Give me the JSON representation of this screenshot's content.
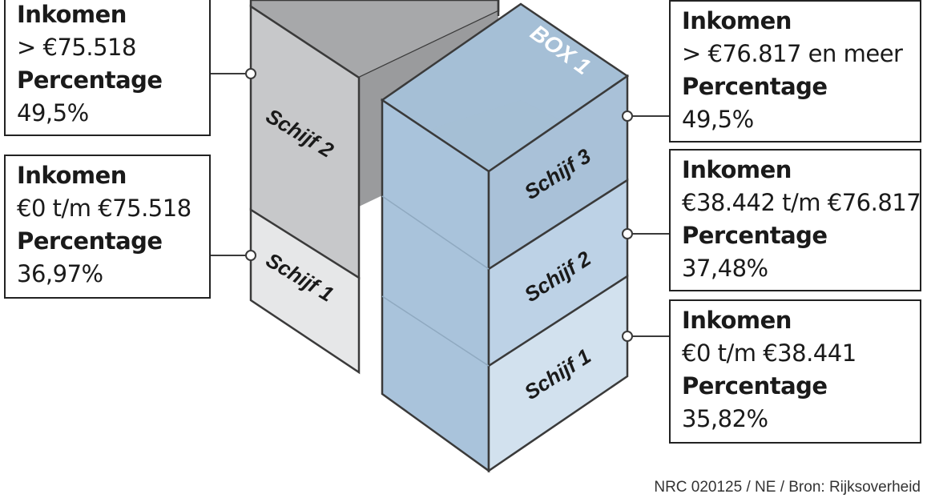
{
  "colors": {
    "old_box_top_face": "#a7a8aa",
    "old_box_side_face": "#9a9b9d",
    "old_schijf2_front": "#c7c8ca",
    "old_schijf1_front": "#e6e7e8",
    "box1_top_face": "#a5bfd6",
    "box1_left_face": "#a9c3db",
    "box1_schijf3_front": "#a9c1d8",
    "box1_schijf2_front": "#bdd2e6",
    "box1_schijf1_front": "#d2e1ee",
    "outline": "#3a3a3a"
  },
  "diagram": {
    "old_box": {
      "schijf_2_label": "Schijf 2",
      "schijf_1_label": "Schijf 1"
    },
    "box1": {
      "title": "BOX 1",
      "schijf_3_label": "Schijf 3",
      "schijf_2_label": "Schijf 2",
      "schijf_1_label": "Schijf 1"
    }
  },
  "info_boxes": {
    "old_schijf_2": {
      "income_label": "Inkomen",
      "income": "> €75.518",
      "pct_label": "Percentage",
      "pct": "49,5%"
    },
    "old_schijf_1": {
      "income_label": "Inkomen",
      "income": "€0 t/m  €75.518",
      "pct_label": "Percentage",
      "pct": "36,97%"
    },
    "box1_schijf_3": {
      "income_label": "Inkomen",
      "income": "> €76.817 en meer",
      "pct_label": "Percentage",
      "pct": "49,5%"
    },
    "box1_schijf_2": {
      "income_label": "Inkomen",
      "income": "€38.442 t/m €76.817",
      "pct_label": "Percentage",
      "pct": "37,48%"
    },
    "box1_schijf_1": {
      "income_label": "Inkomen",
      "income": "€0 t/m €38.441",
      "pct_label": "Percentage",
      "pct": "35,82%"
    }
  },
  "credit": "NRC 020125 / NE / Bron: Rijksoverheid"
}
